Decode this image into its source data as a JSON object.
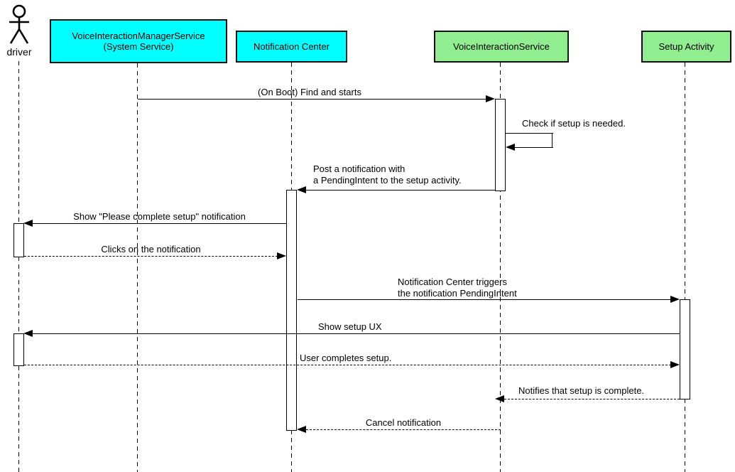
{
  "diagram": {
    "kind": "uml-sequence-diagram",
    "colors": {
      "system_participant_fill": "#00FFFF",
      "app_participant_fill": "#90EE90",
      "line_color": "#000000",
      "background": "#FFFFFF"
    },
    "participants": [
      {
        "name": "driver",
        "kind": "actor"
      },
      {
        "name": "VoiceInteractionManagerService\n(System Service)",
        "kind": "box",
        "fill": "#00FFFF"
      },
      {
        "name": "Notification Center",
        "kind": "box",
        "fill": "#00FFFF"
      },
      {
        "name": "VoiceInteractionService",
        "kind": "box",
        "fill": "#90EE90"
      },
      {
        "name": "Setup Activity",
        "kind": "box",
        "fill": "#90EE90"
      }
    ],
    "messages": [
      {
        "label": "(On Boot) Find and starts",
        "from": "VoiceInteractionManagerService (System Service)",
        "to": "VoiceInteractionService",
        "line": "solid",
        "direction": "right"
      },
      {
        "label": "Check if setup is needed.",
        "from": "VoiceInteractionService",
        "to": "VoiceInteractionService",
        "line": "solid",
        "direction": "self"
      },
      {
        "label": "Post a notification with\na PendingIntent to the setup activity.",
        "from": "VoiceInteractionService",
        "to": "Notification Center",
        "line": "solid",
        "direction": "left"
      },
      {
        "label": "Show \"Please complete setup\" notification",
        "from": "Notification Center",
        "to": "driver",
        "line": "solid",
        "direction": "left"
      },
      {
        "label": "Clicks on the notification",
        "from": "driver",
        "to": "Notification Center",
        "line": "dashed",
        "direction": "right"
      },
      {
        "label": "Notification Center triggers\nthe notification PendingIntent",
        "from": "Notification Center",
        "to": "Setup Activity",
        "line": "solid",
        "direction": "right"
      },
      {
        "label": "Show setup UX",
        "from": "Setup Activity",
        "to": "driver",
        "line": "solid",
        "direction": "left"
      },
      {
        "label": "User completes setup.",
        "from": "driver",
        "to": "Setup Activity",
        "line": "dashed",
        "direction": "right"
      },
      {
        "label": "Notifies that setup is complete.",
        "from": "Setup Activity",
        "to": "VoiceInteractionService",
        "line": "dashed",
        "direction": "left"
      },
      {
        "label": "Cancel notification",
        "from": "VoiceInteractionService",
        "to": "Notification Center",
        "line": "dashed",
        "direction": "left"
      }
    ]
  }
}
